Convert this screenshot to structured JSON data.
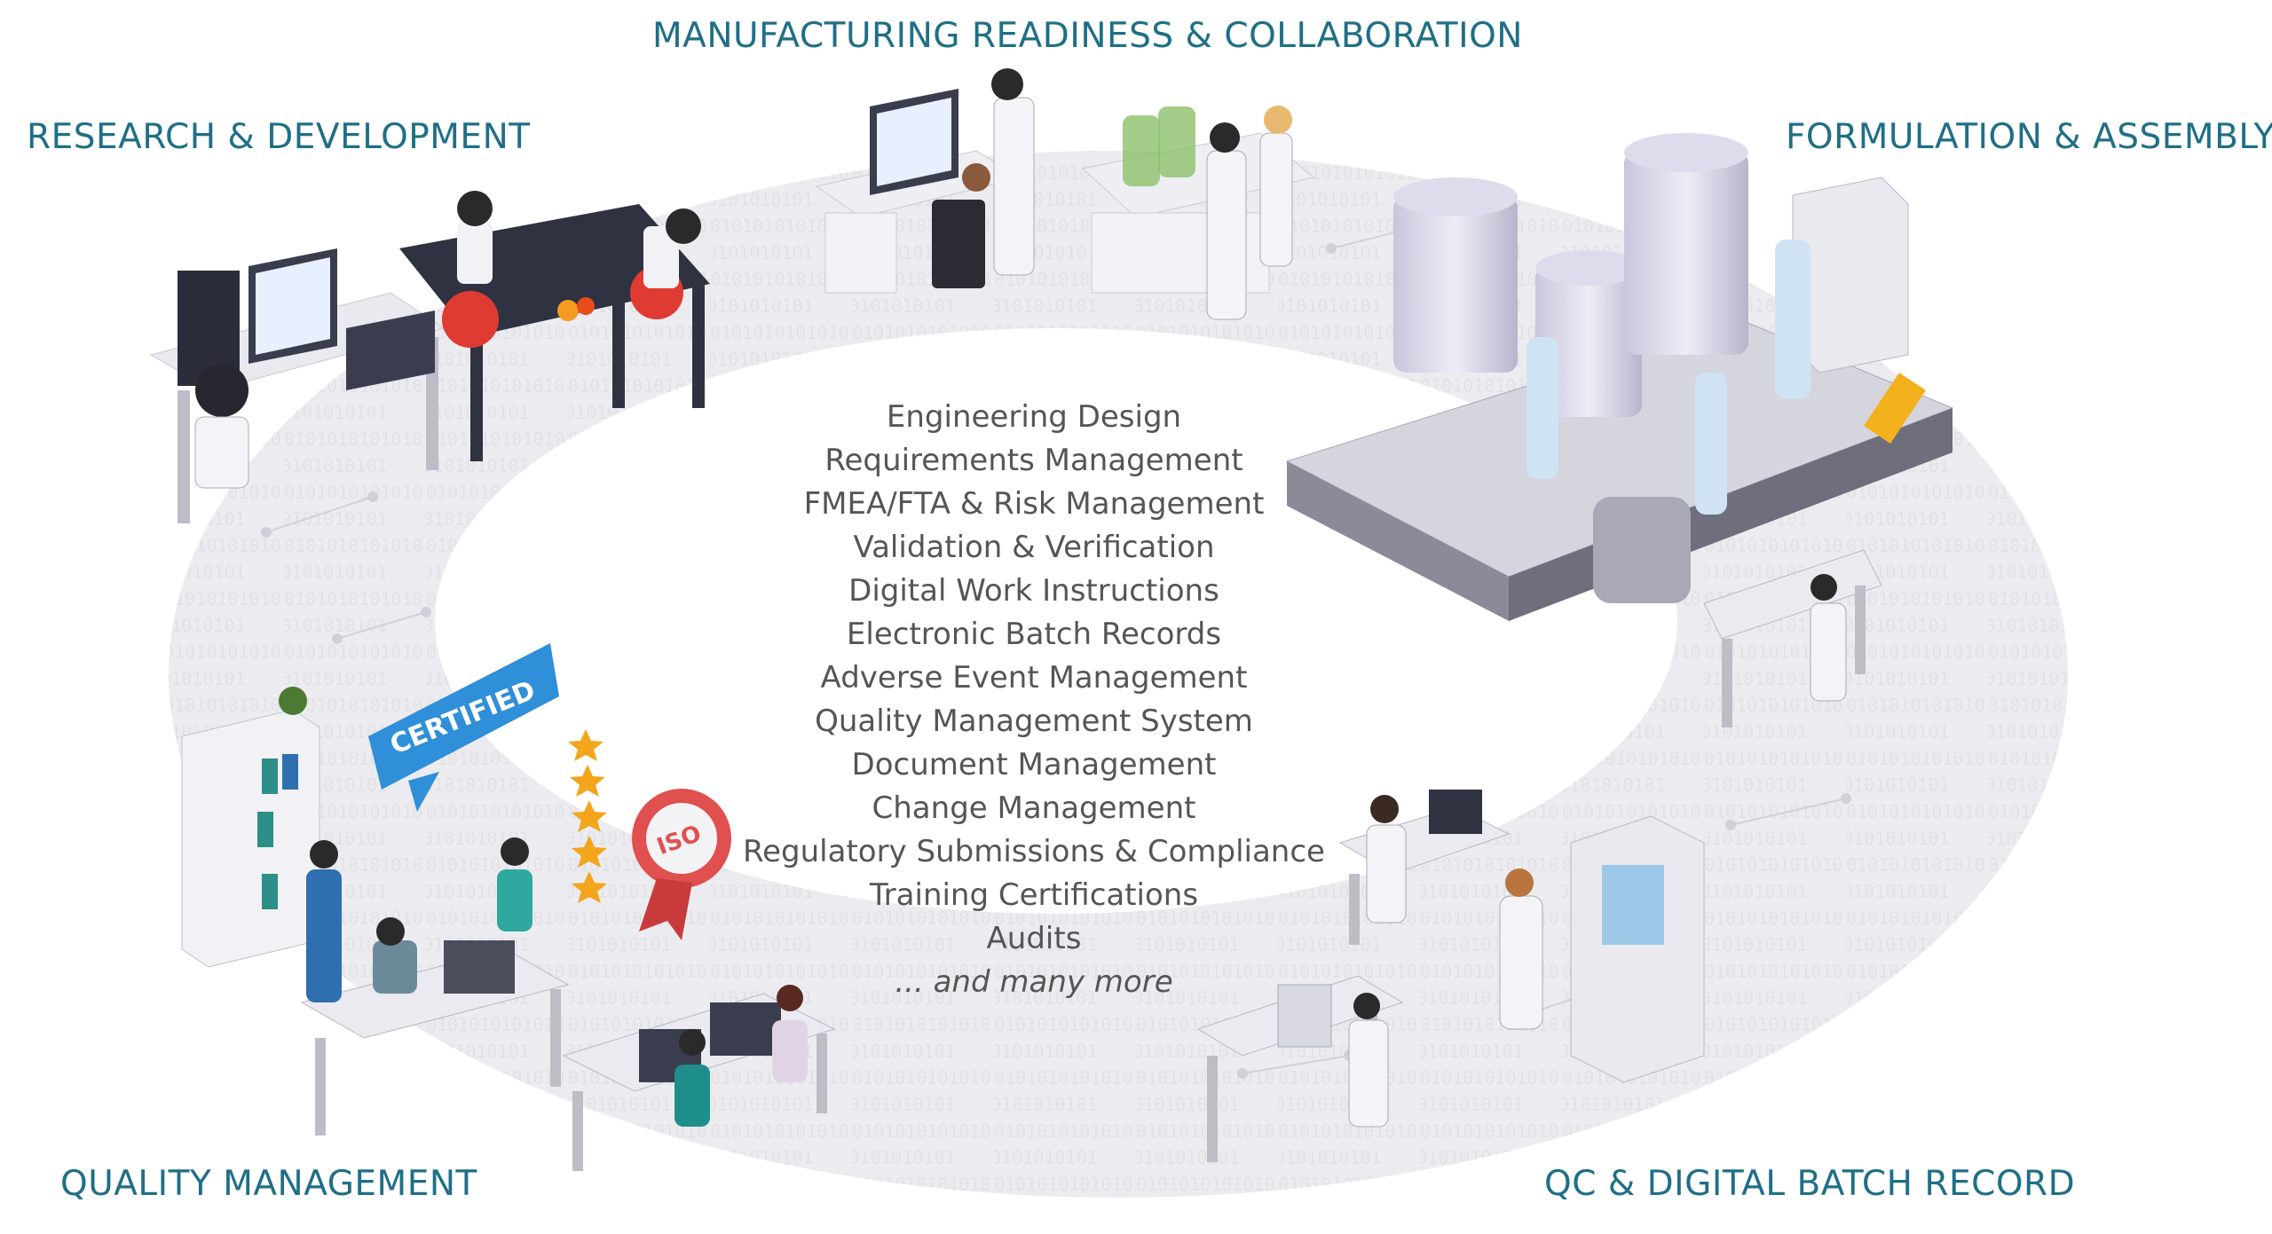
{
  "headings": {
    "top": "MANUFACTURING READINESS & COLLABORATION",
    "research": "RESEARCH & DEVELOPMENT",
    "formulation": "FORMULATION & ASSEMBLY",
    "quality": "QUALITY MANAGEMENT",
    "qc": "QC & DIGITAL BATCH RECORD"
  },
  "center_items": [
    "Engineering Design",
    "Requirements Management",
    "FMEA/FTA & Risk Management",
    "Validation & Verification",
    "Digital Work Instructions",
    "Electronic Batch Records",
    "Adverse Event Management",
    "Quality Management System",
    "Document Management",
    "Change Management",
    "Regulatory Submissions & Compliance",
    "Training Certifications",
    "Audits"
  ],
  "center_more": "... and many more",
  "badges": {
    "certified": "CERTIFIED",
    "iso": "ISO"
  },
  "colors": {
    "heading": "#1f6f86",
    "ring": "#ececf0",
    "accent_blue": "#2f8fd8",
    "iso_red": "#e0504f",
    "star": "#f3a51b"
  }
}
